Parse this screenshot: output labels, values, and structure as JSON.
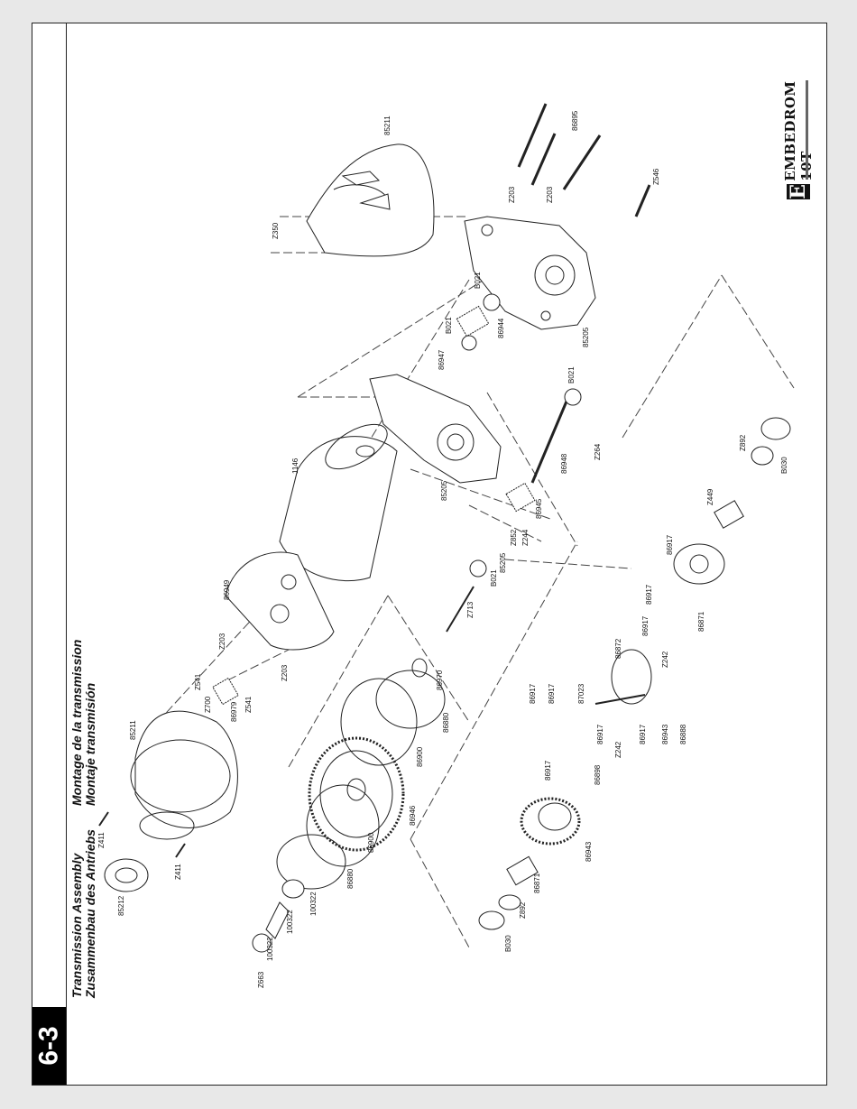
{
  "section": "6-3",
  "titles": {
    "en": "Transmission Assembly",
    "de": "Zusammenbau des Antriebs",
    "fr": "Montage de la transmission",
    "es": "Montaje transmisión"
  },
  "brand": {
    "logo_text": "EMBEDROM 10T"
  },
  "parts": [
    "85211",
    "Z350",
    "86895",
    "Z203",
    "Z203",
    "Z546",
    "B021",
    "B021",
    "86947",
    "86944",
    "85205",
    "1146",
    "85205",
    "86948",
    "B021",
    "Z264",
    "86945",
    "Z244",
    "Z852",
    "85205",
    "B021",
    "Z713",
    "86949",
    "Z203",
    "Z541",
    "Z700",
    "86979",
    "Z541",
    "Z203",
    "85211",
    "Z411",
    "Z411",
    "85212",
    "86970",
    "86880",
    "86900",
    "86946",
    "86900",
    "86880",
    "100322",
    "100322",
    "100322",
    "Z663",
    "B030",
    "Z892",
    "86871",
    "86943",
    "86917",
    "86917",
    "86917",
    "87023",
    "86872",
    "86917",
    "Z242",
    "86898",
    "Z242",
    "86917",
    "86917",
    "86917",
    "86917",
    "86943",
    "86888",
    "86871",
    "Z449",
    "Z892",
    "B030"
  ]
}
